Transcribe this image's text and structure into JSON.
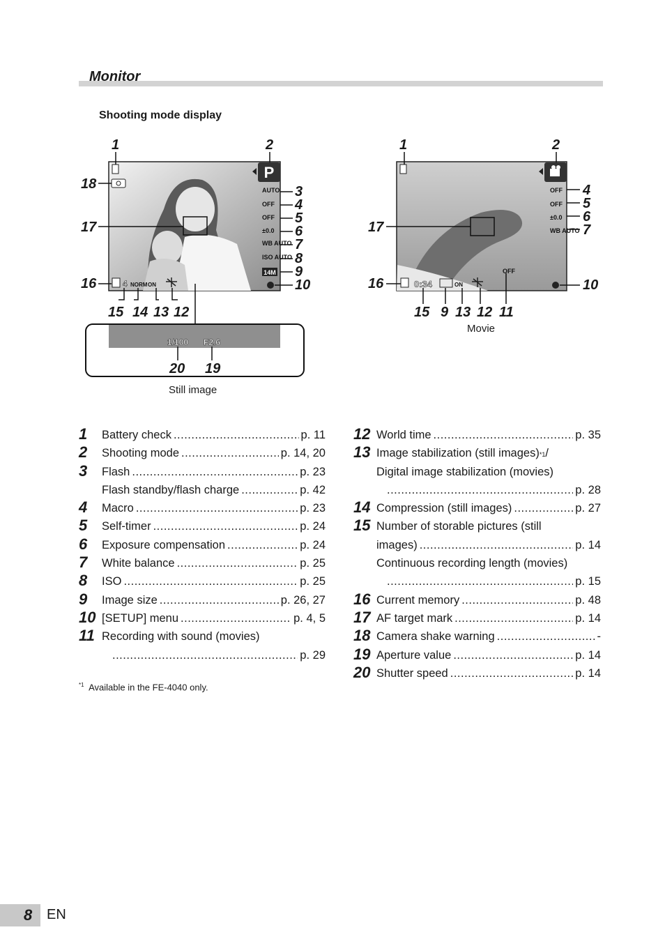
{
  "header": {
    "section_title": "Monitor",
    "subtitle": "Shooting mode display"
  },
  "still_figure": {
    "caption": "Still image",
    "callouts_top": [
      "1",
      "2"
    ],
    "callouts_right": [
      "3",
      "4",
      "5",
      "6",
      "7",
      "8",
      "9",
      "10"
    ],
    "callouts_left": [
      "18",
      "17",
      "16"
    ],
    "callouts_bottom": [
      "15",
      "14",
      "13",
      "12"
    ],
    "callouts_inset": [
      "20",
      "19"
    ],
    "osd": {
      "mode": "P",
      "flash": "AUTO",
      "macro": "OFF",
      "selftimer": "OFF",
      "exposure": "±0.0",
      "wb": "WB AUTO",
      "iso": "ISO AUTO",
      "image_size": "14M",
      "remaining": "4",
      "compression": "NORM",
      "stabilizer": "ON",
      "shutter": "1/100",
      "aperture": "F2.6"
    }
  },
  "movie_figure": {
    "caption": "Movie",
    "callouts_top": [
      "1",
      "2"
    ],
    "callouts_right": [
      "4",
      "5",
      "6",
      "7",
      "10"
    ],
    "callouts_left": [
      "17",
      "16"
    ],
    "callouts_bottom": [
      "15",
      "9",
      "13",
      "12",
      "11"
    ],
    "osd": {
      "macro": "OFF",
      "selftimer": "OFF",
      "exposure": "±0.0",
      "wb": "WB AUTO",
      "recording_length": "0:34",
      "stabilizer": "ON",
      "sound": "OFF"
    }
  },
  "toc_left": [
    {
      "num": "1",
      "label": "Battery check",
      "page": "p. 11"
    },
    {
      "num": "2",
      "label": "Shooting mode",
      "page": "p. 14, 20"
    },
    {
      "num": "3",
      "label": "Flash",
      "page": "p. 23"
    },
    {
      "num": "",
      "label": "Flash standby/flash charge",
      "page": "p. 42"
    },
    {
      "num": "4",
      "label": "Macro",
      "page": "p. 23"
    },
    {
      "num": "5",
      "label": "Self-timer",
      "page": "p. 24"
    },
    {
      "num": "6",
      "label": "Exposure compensation",
      "page": "p. 24"
    },
    {
      "num": "7",
      "label": "White balance",
      "page": "p. 25"
    },
    {
      "num": "8",
      "label": "ISO",
      "page": "p. 25"
    },
    {
      "num": "9",
      "label": "Image size",
      "page": "p. 26, 27"
    },
    {
      "num": "10",
      "label": "[SETUP] menu",
      "page": "p. 4, 5"
    },
    {
      "num": "11",
      "label": "Recording with sound (movies)",
      "page": ""
    },
    {
      "num": "",
      "label": "",
      "page": "p. 29"
    }
  ],
  "toc_right": [
    {
      "num": "12",
      "label": "World time",
      "page": "p. 35"
    },
    {
      "num": "13",
      "label": "Image stabilization (still images)",
      "sup": "*1",
      "suffix": "/",
      "page": ""
    },
    {
      "num": "",
      "label": "Digital image stabilization (movies)",
      "page": ""
    },
    {
      "num": "",
      "label": "",
      "page": "p. 28"
    },
    {
      "num": "14",
      "label": "Compression (still images)",
      "page": "p. 27"
    },
    {
      "num": "15",
      "label": "Number of storable pictures (still",
      "page": ""
    },
    {
      "num": "",
      "label": "images)",
      "page": "p. 14"
    },
    {
      "num": "",
      "label": "Continuous recording length (movies)",
      "page": ""
    },
    {
      "num": "",
      "label": "",
      "page": "p. 15"
    },
    {
      "num": "16",
      "label": "Current memory",
      "page": "p. 48"
    },
    {
      "num": "17",
      "label": "AF target mark",
      "page": "p. 14"
    },
    {
      "num": "18",
      "label": "Camera shake warning",
      "page": "-"
    },
    {
      "num": "19",
      "label": "Aperture value",
      "page": "p. 14"
    },
    {
      "num": "20",
      "label": "Shutter speed",
      "page": "p. 14"
    }
  ],
  "footnote": {
    "mark": "*1",
    "text": "Available in the FE-4040 only."
  },
  "footer": {
    "page_number": "8",
    "language": "EN"
  }
}
